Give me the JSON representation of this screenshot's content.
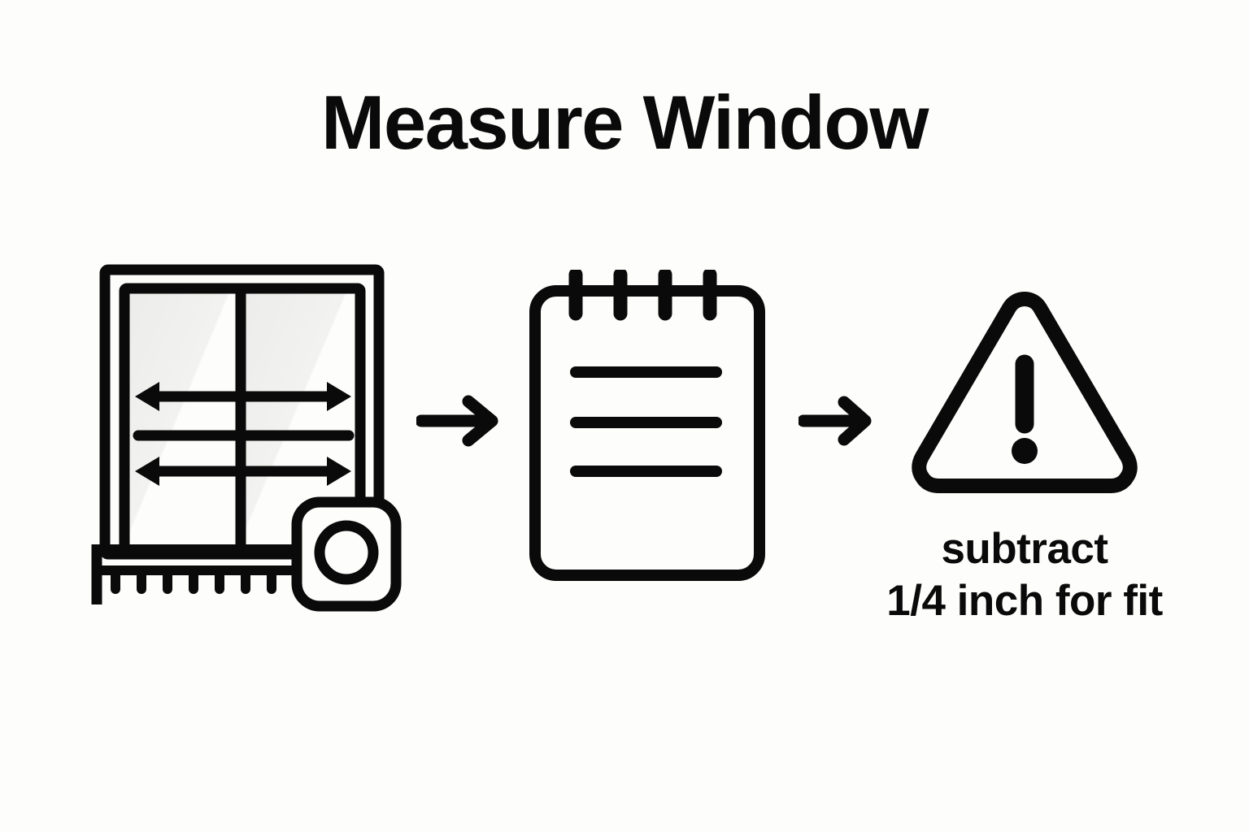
{
  "page": {
    "title": "Measure Window",
    "background_color": "#fdfdfc",
    "ink_color": "#0a0a0a",
    "glass_tint_color": "#f0f0ee"
  },
  "steps": [
    {
      "id": "measure-window",
      "order": 1,
      "icon_name": "window-with-tape-measure-icon",
      "description": "Window frame with horizontal width measurement arrows and a tape measure",
      "parts": {
        "outer_frame": "window-outer-frame",
        "inner_frame": "window-inner-frame",
        "mullion_vertical": "window-vertical-mullion",
        "pane_count": 2,
        "measure_arrows": 2,
        "center_bar": 1,
        "tape_blade_ticks": 7,
        "tape_case_reel": "tape-measure-reel"
      }
    },
    {
      "id": "write-down",
      "order": 2,
      "icon_name": "notepad-icon",
      "description": "Spiral notepad with three ruled lines for recording the measurements",
      "parts": {
        "binding_rings": 4,
        "ruled_lines": 3
      }
    },
    {
      "id": "subtract-for-fit",
      "order": 3,
      "icon_name": "warning-triangle-icon",
      "description": "Warning triangle with exclamation mark",
      "caption_line_1": "subtract",
      "caption_line_2": "1/4 inch for fit"
    }
  ],
  "connectors": [
    {
      "id": "connector-1",
      "icon_name": "arrow-right-icon",
      "from": "measure-window",
      "to": "write-down"
    },
    {
      "id": "connector-2",
      "icon_name": "arrow-right-icon",
      "from": "write-down",
      "to": "subtract-for-fit"
    }
  ]
}
